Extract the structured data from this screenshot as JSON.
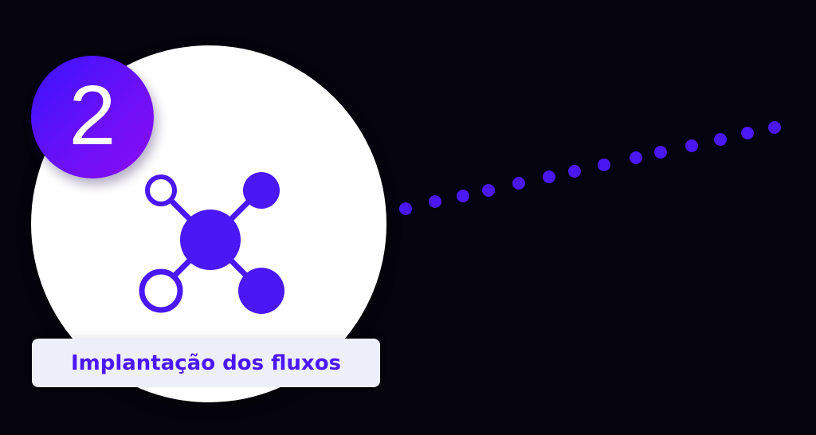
{
  "step": {
    "number": "2",
    "title": "Implantação dos fluxos",
    "icon": "network-nodes-icon"
  },
  "colors": {
    "background": "#05040c",
    "accent": "#4a17f5",
    "badge_gradient_start": "#3a14ff",
    "badge_gradient_end": "#8a0cf5",
    "label_bg": "#efeefb"
  },
  "connector": {
    "style": "dotted",
    "dot_count": 14
  }
}
